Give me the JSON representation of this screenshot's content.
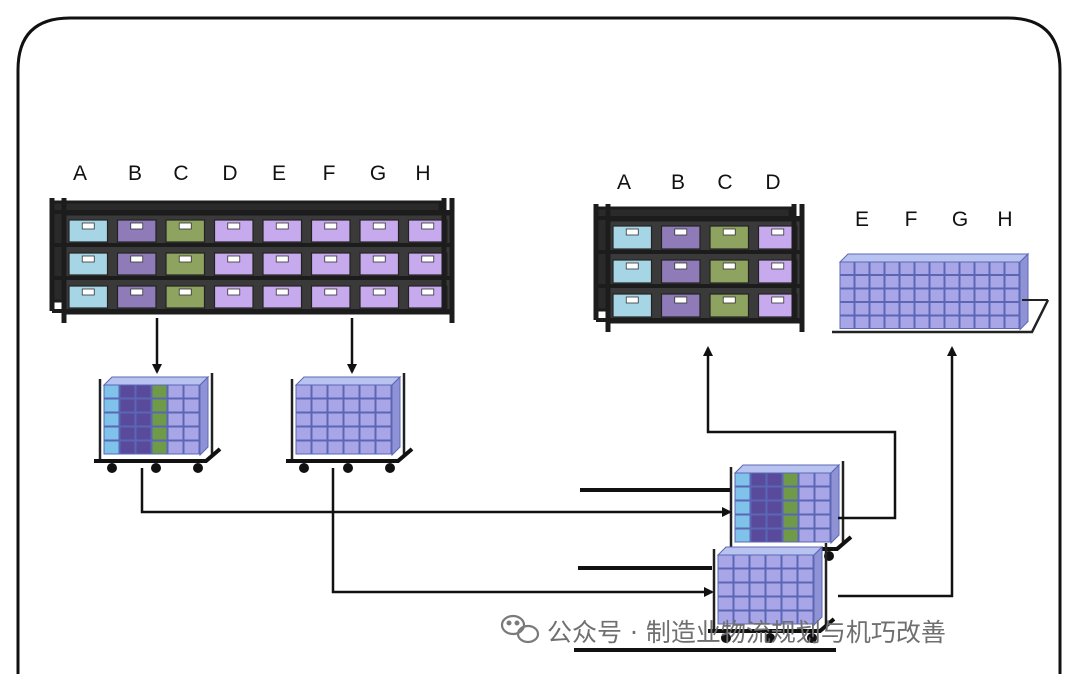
{
  "diagram": {
    "left_rack": {
      "columns": [
        "A",
        "B",
        "C",
        "D",
        "E",
        "F",
        "G",
        "H"
      ],
      "bin_colors": [
        "#a6d6e6",
        "#8f7bb8",
        "#8ea35f",
        "#c7a9ee",
        "#c7a9ee",
        "#c7a9ee",
        "#c7a9ee",
        "#c7a9ee"
      ],
      "levels": 3
    },
    "right_rack": {
      "columns": [
        "A",
        "B",
        "C",
        "D"
      ],
      "bin_colors": [
        "#a6d6e6",
        "#8f7bb8",
        "#8ea35f",
        "#c7a9ee"
      ],
      "levels": 3
    },
    "pallet": {
      "columns": [
        "E",
        "F",
        "G",
        "H"
      ]
    },
    "colors": {
      "outline": "#111111",
      "rack_frame": "#1c1c1c",
      "case_fill": "#a9a6e8",
      "case_edge": "#5b67b4",
      "light_blue": "#7fc2ea",
      "dark_purple": "#5a4a9b",
      "green": "#6f9a48"
    }
  },
  "watermark": {
    "text": "公众号 · 制造业物流规划与机巧改善",
    "icon": "wechat-icon"
  }
}
